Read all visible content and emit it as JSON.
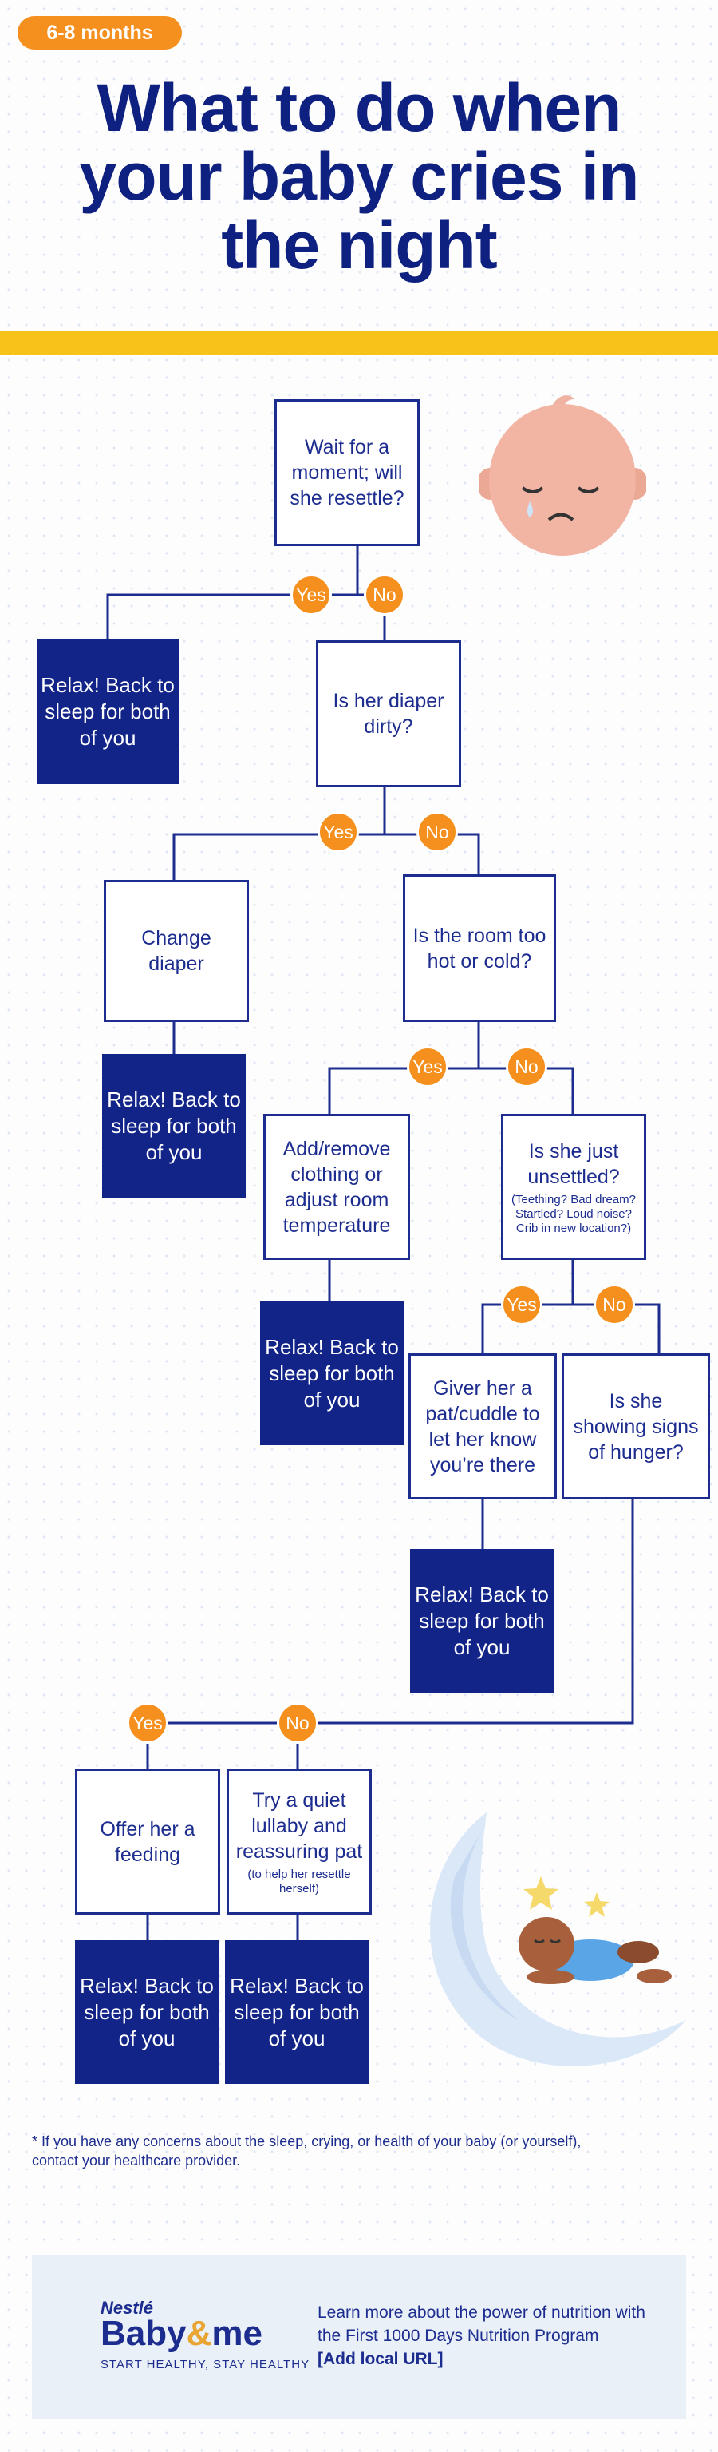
{
  "header": {
    "age_badge": "6-8 months",
    "title_lines": [
      "What to do when",
      "your baby cries in",
      "the night"
    ]
  },
  "flow": {
    "q1": "Wait for a moment; will she resettle?",
    "q2": "Is her diaper dirty?",
    "change_diaper": "Change diaper",
    "q3": "Is the room too hot or cold?",
    "adjust": "Add/remove clothing or adjust room temperature",
    "q4": "Is she just unsettled?",
    "q4_note": "(Teething? Bad dream? Startled? Loud noise? Crib in new location?)",
    "pat": "Giver her a pat/cuddle to let her know you’re there",
    "q5": "Is she showing signs of hunger?",
    "feed": "Offer her a feeding",
    "lullaby": "Try a quiet lullaby and reassuring pat",
    "lullaby_note": "(to help her resettle herself)",
    "relax": "Relax! Back to sleep for both of you",
    "yes": "Yes",
    "no": "No"
  },
  "note": "* If you have any concerns  about the sleep, crying, or health of your baby (or yourself), contact your healthcare provider.",
  "footer": {
    "brand_top": "Nestlé",
    "brand_main": "Baby",
    "brand_amp": "&",
    "brand_end": "me",
    "tagline": "START HEALTHY, STAY HEALTHY",
    "learn_text": "Learn more about the power of nutrition with the First 1000 Days Nutrition Program",
    "url_text": "[Add local URL]"
  },
  "colors": {
    "navy": "#122488",
    "orange": "#f5901e",
    "yellow": "#f7c21a"
  }
}
